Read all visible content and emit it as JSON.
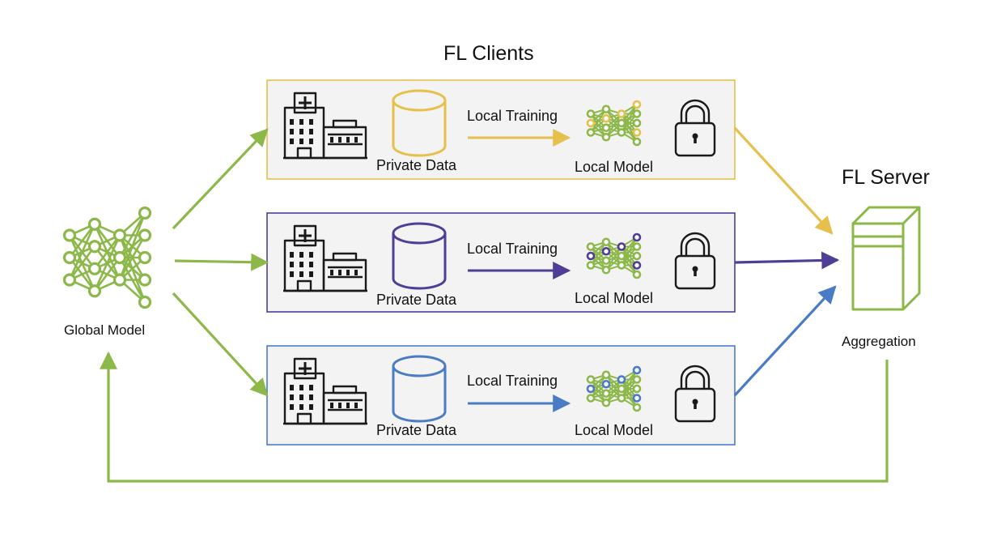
{
  "clients_title": "FL Clients",
  "server_title": "FL Server",
  "global_model_label": "Global Model",
  "aggregation_label": "Aggregation",
  "colors": {
    "green": "#8cb84a",
    "gold": "#e6bf4c",
    "purple": "#4f3d96",
    "blue": "#4a7cc5",
    "box_fill": "#f3f3f3",
    "icon": "#1a1a1a"
  },
  "clients": [
    {
      "color_key": "gold",
      "data_label": "Private Data",
      "training_label": "Local Training",
      "model_label": "Local Model",
      "icons": [
        "hospital-icon",
        "database-icon",
        "neural-network-icon",
        "lock-icon"
      ]
    },
    {
      "color_key": "purple",
      "data_label": "Private Data",
      "training_label": "Local Training",
      "model_label": "Local Model",
      "icons": [
        "hospital-icon",
        "database-icon",
        "neural-network-icon",
        "lock-icon"
      ]
    },
    {
      "color_key": "blue",
      "data_label": "Private Data",
      "training_label": "Local Training",
      "model_label": "Local Model",
      "icons": [
        "hospital-icon",
        "database-icon",
        "neural-network-icon",
        "lock-icon"
      ]
    }
  ],
  "server_icon": "server-icon",
  "global_model_icon": "neural-network-icon"
}
